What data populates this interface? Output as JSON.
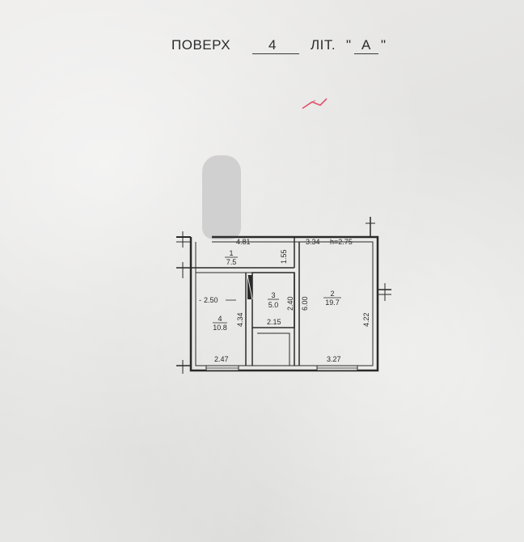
{
  "header": {
    "floor_label": "ПОВЕРХ",
    "floor_value": "4",
    "lit_label": "ЛІТ.",
    "quote_open": "\"",
    "lit_value": "А",
    "quote_close": "\""
  },
  "plan": {
    "height_note": "h=2.75",
    "rooms": [
      {
        "number": "1",
        "area": "7.5"
      },
      {
        "number": "2",
        "area": "19.7"
      },
      {
        "number": "3",
        "area": "5.0"
      },
      {
        "number": "4",
        "area": "10.8"
      }
    ],
    "dimensions": {
      "top_left": "4.81",
      "top_right": "3.34",
      "corridor_depth": "1.55",
      "room4_width": "2.50",
      "room4_depth": "4.34",
      "room3_depth": "2.40",
      "room3_width": "2.15",
      "room2_length": "6.00",
      "right_wall": "4.22",
      "bottom_left": "2.47",
      "bottom_right": "3.27"
    }
  },
  "colors": {
    "ink": "#2a2a2a",
    "paper": "#e6e6e4",
    "stamp": "#d0d0d0",
    "mark": "#e0506a"
  }
}
